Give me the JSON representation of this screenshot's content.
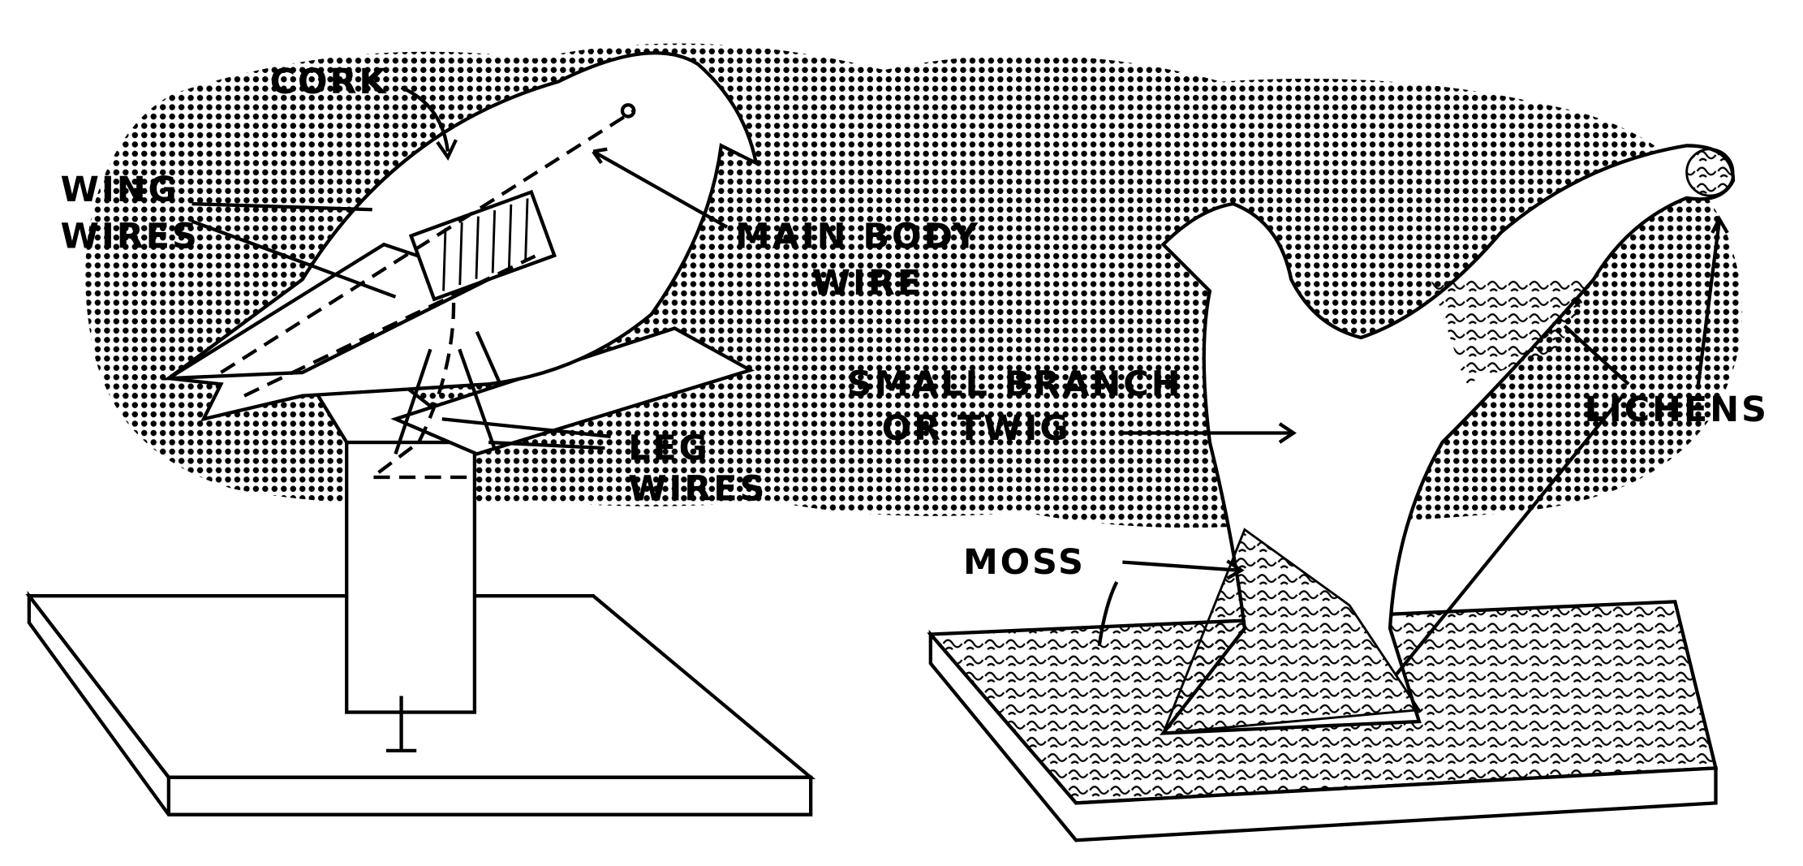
{
  "labels": {
    "cork": "CORK",
    "wing_wires_1": "WING",
    "wing_wires_2": "WIRES",
    "main_body_wire_1": "MAIN BODY",
    "main_body_wire_2": "WIRE",
    "leg_wires_1": "LEG",
    "leg_wires_2": "WIRES",
    "small_branch_1": "SMALL BRANCH",
    "small_branch_2": "OR TWIG",
    "moss": "MOSS",
    "lichens": "LICHENS"
  },
  "colors": {
    "ink": "#000000",
    "paper": "#ffffff"
  }
}
